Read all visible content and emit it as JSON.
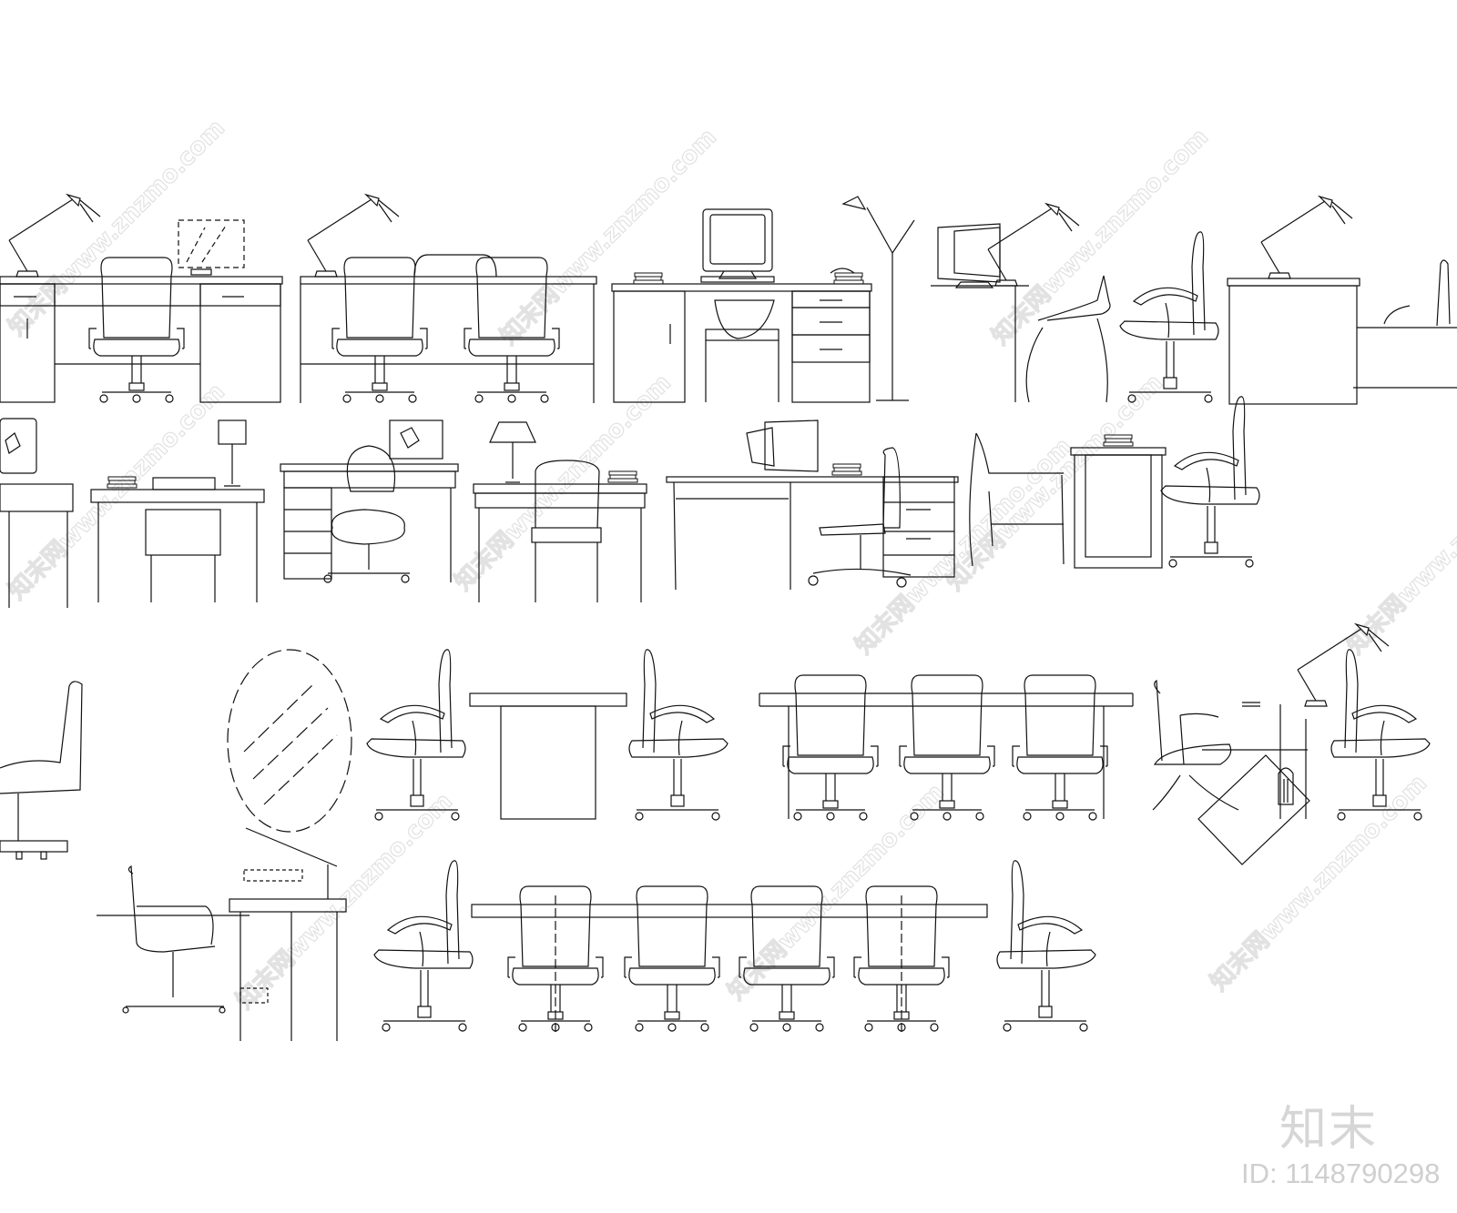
{
  "sheet": {
    "description": "CAD elevation sheet of office desks, chairs, lamps and monitors",
    "line_color": "#111111",
    "watermark_color": "#e4e4e4"
  },
  "watermark": {
    "text": "知末网www.znzmo.com"
  },
  "brand": {
    "logo_text": "知末",
    "id_text": "ID: 1148790298"
  }
}
